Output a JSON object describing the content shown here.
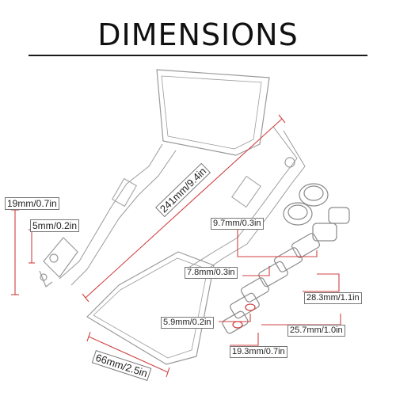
{
  "title": "DIMENSIONS",
  "dimensions": {
    "height_19": "19mm/0.7in",
    "height_5": "5mm/0.2in",
    "length_241": "241mm/9.4in",
    "width_66": "66mm/2.5in",
    "bolt_9_7": "9.7mm/0.3in",
    "bolt_7_8": "7.8mm/0.3in",
    "bolt_5_9": "5.9mm/0.2in",
    "bolt_28_3": "28.3mm/1.1in",
    "bolt_25_7": "25.7mm/1.0in",
    "bolt_19_3": "19.3mm/0.7in"
  },
  "colors": {
    "outline": "#9a9a9a",
    "accent": "#d04040",
    "text": "#222222"
  }
}
